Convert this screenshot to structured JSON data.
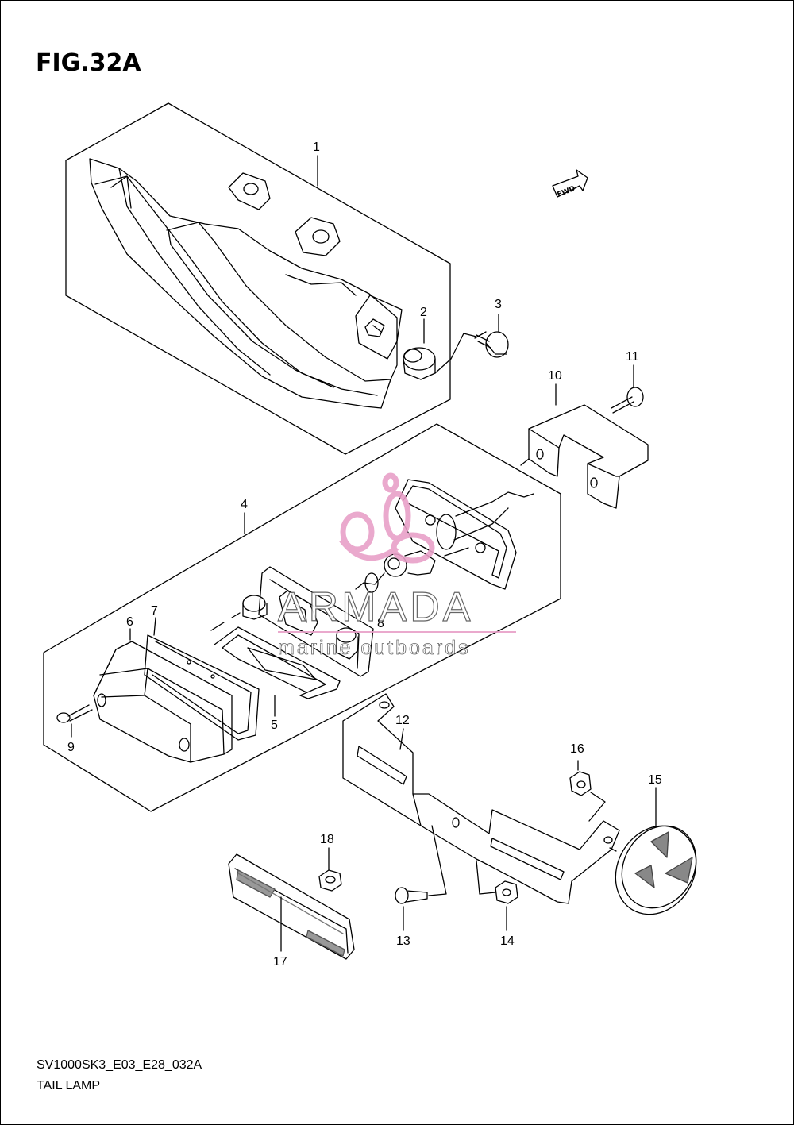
{
  "figure": {
    "title": "FIG.32A",
    "code": "SV1000SK3_E03_E28_032A",
    "name": "TAIL LAMP"
  },
  "direction_badge": {
    "label": "FWD"
  },
  "watermark": {
    "brand": "ARMADA",
    "tagline": "marine outboards",
    "logo_color": "#e8a0c8"
  },
  "callouts": [
    "1",
    "2",
    "3",
    "4",
    "5",
    "6",
    "7",
    "8",
    "9",
    "10",
    "11",
    "12",
    "13",
    "14",
    "15",
    "16",
    "17",
    "18"
  ]
}
